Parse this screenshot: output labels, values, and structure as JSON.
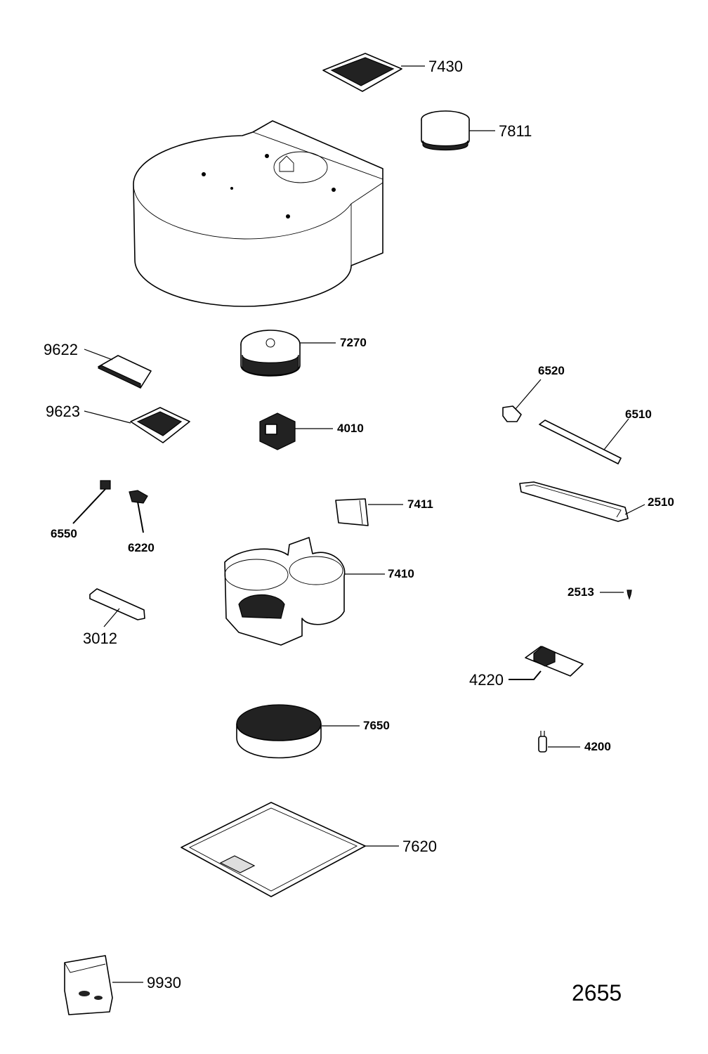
{
  "diagram_number": "2655",
  "parts": [
    {
      "id": "hood-body"
    },
    {
      "id": "7430",
      "label": "7430"
    },
    {
      "id": "7811",
      "label": "7811"
    },
    {
      "id": "9622",
      "label": "9622"
    },
    {
      "id": "7270",
      "label": "7270"
    },
    {
      "id": "9623",
      "label": "9623"
    },
    {
      "id": "4010",
      "label": "4010"
    },
    {
      "id": "6520",
      "label": "6520"
    },
    {
      "id": "6510",
      "label": "6510"
    },
    {
      "id": "6550",
      "label": "6550"
    },
    {
      "id": "6220",
      "label": "6220"
    },
    {
      "id": "7411",
      "label": "7411"
    },
    {
      "id": "2510",
      "label": "2510"
    },
    {
      "id": "7410",
      "label": "7410"
    },
    {
      "id": "2513",
      "label": "2513"
    },
    {
      "id": "3012",
      "label": "3012"
    },
    {
      "id": "4220",
      "label": "4220"
    },
    {
      "id": "7650",
      "label": "7650"
    },
    {
      "id": "4200",
      "label": "4200"
    },
    {
      "id": "7620",
      "label": "7620"
    },
    {
      "id": "9930",
      "label": "9930"
    }
  ]
}
